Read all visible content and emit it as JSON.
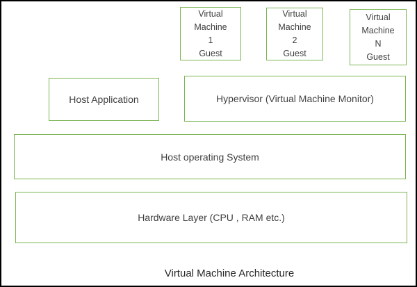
{
  "diagram": {
    "title_caption": "Virtual Machine Architecture",
    "vm_boxes": [
      {
        "lines": [
          "Virtual",
          "Machine",
          "1",
          "Guest"
        ]
      },
      {
        "lines": [
          "Virtual",
          "Machine",
          "2",
          "Guest"
        ]
      },
      {
        "lines": [
          "Virtual",
          "Machine",
          "N",
          "Guest"
        ]
      }
    ],
    "host_application_label": "Host Application",
    "hypervisor_label": "Hypervisor (Virtual Machine Monitor)",
    "host_os_label": "Host operating System",
    "hardware_label": "Hardware Layer (CPU , RAM etc.)",
    "colors": {
      "box_border": "#7ab553",
      "outer_border": "#000000",
      "text": "#3f3f3f"
    }
  }
}
